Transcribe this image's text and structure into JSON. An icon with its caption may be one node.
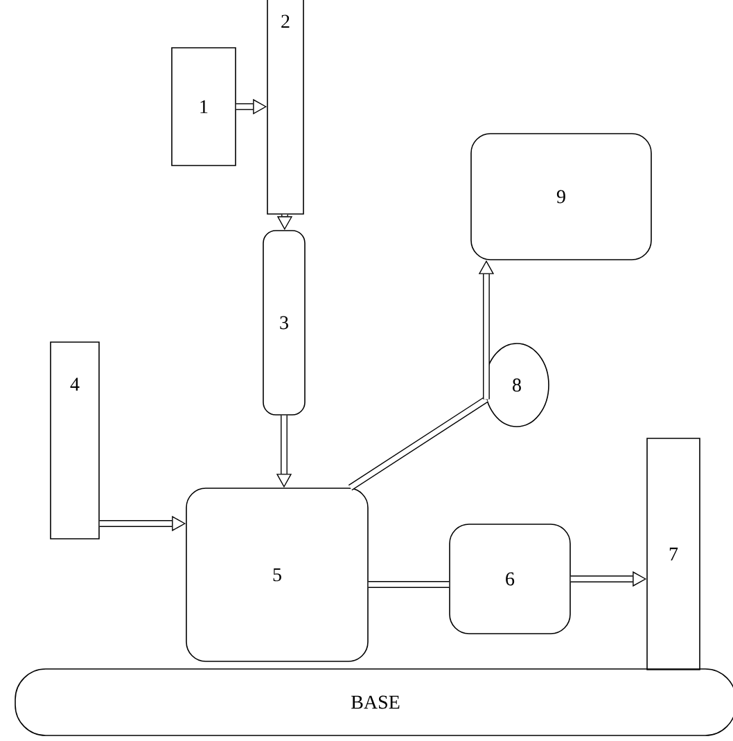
{
  "diagram": {
    "nodes": [
      {
        "text": [
          "1"
        ]
      },
      {
        "text": [
          "2"
        ]
      },
      {
        "text": [
          "3"
        ]
      },
      {
        "text": [
          "4"
        ]
      },
      {
        "text": [
          "5"
        ]
      },
      {
        "text": [
          "6"
        ]
      },
      {
        "text": [
          "7"
        ]
      },
      {
        "text": [
          "8"
        ]
      },
      {
        "text": [
          "9"
        ]
      },
      {
        "text": [
          "BASE"
        ]
      }
    ],
    "edges": [
      {
        "from": 0,
        "to": 1,
        "arrow": "to"
      },
      {
        "from": 1,
        "to": 2,
        "arrow": "to"
      },
      {
        "from": 2,
        "to": 4,
        "arrow": "to"
      },
      {
        "from": 3,
        "to": 4,
        "arrow": "to"
      },
      {
        "from": 4,
        "to": 7,
        "arrow": "none"
      },
      {
        "from": 7,
        "to": 8,
        "arrow": "to"
      },
      {
        "from": 4,
        "to": 5,
        "arrow": "none"
      },
      {
        "from": 5,
        "to": 6,
        "arrow": "to"
      }
    ]
  }
}
